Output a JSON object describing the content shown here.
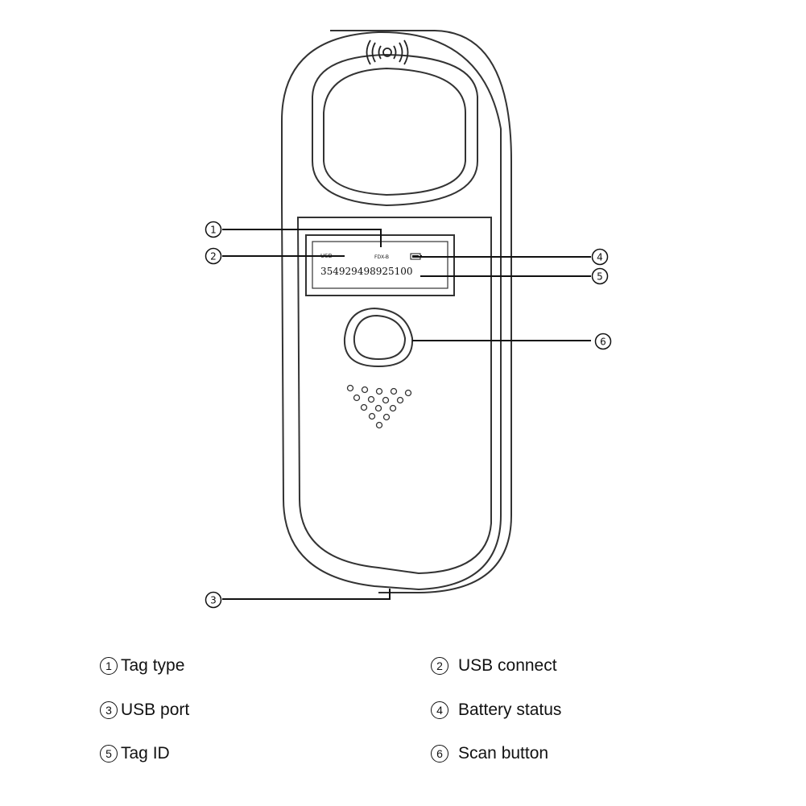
{
  "device": {
    "screen": {
      "usb_indicator": "USB",
      "tag_type": "FDX-B",
      "tag_id": "354929498925100"
    },
    "nfc_icon": "nfc-wireless-icon"
  },
  "callouts": [
    {
      "number": "①"
    },
    {
      "number": "②"
    },
    {
      "number": "③"
    },
    {
      "number": "④"
    },
    {
      "number": "⑤"
    },
    {
      "number": "⑥"
    }
  ],
  "legend": [
    {
      "number": "①",
      "label": "Tag type"
    },
    {
      "number": "②",
      "label": "USB connect"
    },
    {
      "number": "③",
      "label": "USB port"
    },
    {
      "number": "④",
      "label": "Battery status"
    },
    {
      "number": "⑤",
      "label": "Tag ID"
    },
    {
      "number": "⑥",
      "label": "Scan button"
    }
  ]
}
